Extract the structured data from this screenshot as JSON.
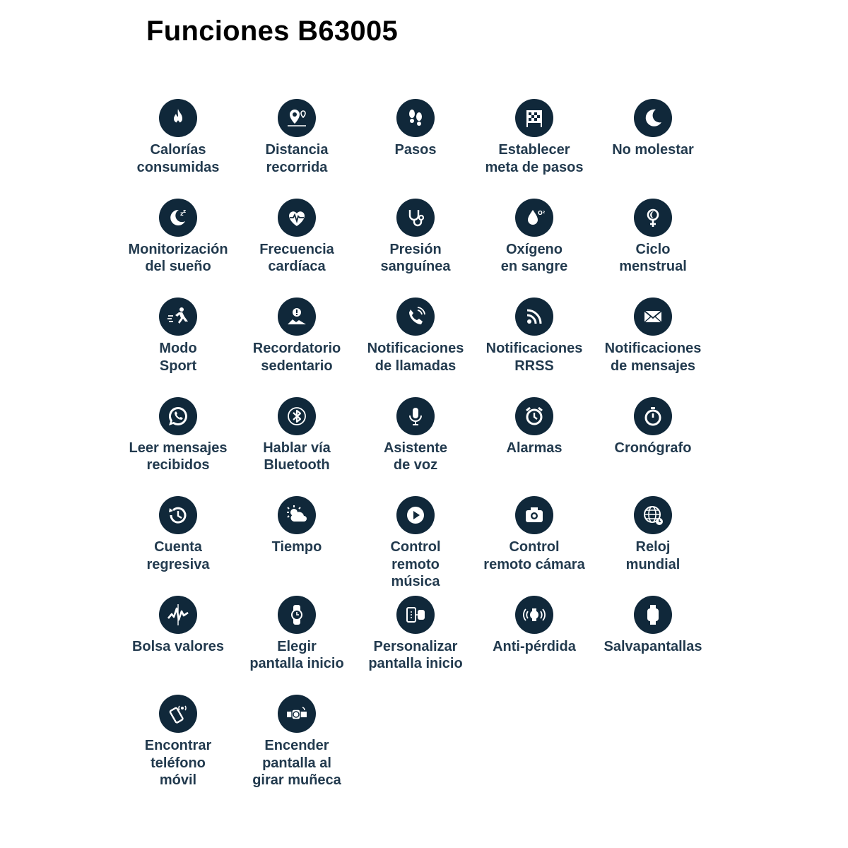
{
  "title": "Funciones B63005",
  "colors": {
    "icon_background": "#10283a",
    "label_text": "#223a4e",
    "title_text": "#000000"
  },
  "features": [
    {
      "icon": "flame-icon",
      "label": "Calorías\nconsumidas"
    },
    {
      "icon": "map-pin-icon",
      "label": "Distancia\nrecorrida"
    },
    {
      "icon": "footprints-icon",
      "label": "Pasos"
    },
    {
      "icon": "checkered-flag-icon",
      "label": "Establecer\nmeta de pasos"
    },
    {
      "icon": "moon-icon",
      "label": "No molestar"
    },
    {
      "icon": "sleep-moon-icon",
      "label": "Monitorización\ndel sueño"
    },
    {
      "icon": "heart-pulse-icon",
      "label": "Frecuencia\ncardíaca"
    },
    {
      "icon": "stethoscope-icon",
      "label": "Presión\nsanguínea"
    },
    {
      "icon": "oxygen-drop-icon",
      "label": "Oxígeno\nen sangre"
    },
    {
      "icon": "female-symbol-moon-icon",
      "label": "Ciclo\nmenstrual"
    },
    {
      "icon": "runner-icon",
      "label": "Modo\nSport"
    },
    {
      "icon": "sedentary-alert-icon",
      "label": "Recordatorio\nsedentario"
    },
    {
      "icon": "phone-call-icon",
      "label": "Notificaciones\nde llamadas"
    },
    {
      "icon": "rss-icon",
      "label": "Notificaciones\nRRSS"
    },
    {
      "icon": "envelope-icon",
      "label": "Notificaciones\nde mensajes"
    },
    {
      "icon": "whatsapp-icon",
      "label": "Leer mensajes\nrecibidos"
    },
    {
      "icon": "bluetooth-icon",
      "label": "Hablar vía\nBluetooth"
    },
    {
      "icon": "microphone-icon",
      "label": "Asistente\nde voz"
    },
    {
      "icon": "alarm-clock-icon",
      "label": "Alarmas"
    },
    {
      "icon": "stopwatch-icon",
      "label": "Cronógrafo"
    },
    {
      "icon": "countdown-icon",
      "label": "Cuenta\nregresiva"
    },
    {
      "icon": "weather-sun-cloud-icon",
      "label": "Tiempo"
    },
    {
      "icon": "play-button-icon",
      "label": "Control\nremoto\nmúsica"
    },
    {
      "icon": "camera-icon",
      "label": "Control\nremoto cámara"
    },
    {
      "icon": "globe-clock-icon",
      "label": "Reloj\nmundial"
    },
    {
      "icon": "stock-chart-icon",
      "label": "Bolsa valores"
    },
    {
      "icon": "watch-face-icon",
      "label": "Elegir\npantalla inicio"
    },
    {
      "icon": "phone-watch-icon",
      "label": "Personalizar\npantalla inicio"
    },
    {
      "icon": "watch-signal-icon",
      "label": "Anti-pérdida"
    },
    {
      "icon": "smartwatch-icon",
      "label": "Salvapantallas"
    },
    {
      "icon": "phone-vibrate-icon",
      "label": "Encontrar\nteléfono\nmóvil"
    },
    {
      "icon": "wrist-watch-icon",
      "label": "Encender\npantalla al\ngirar muñeca"
    }
  ]
}
